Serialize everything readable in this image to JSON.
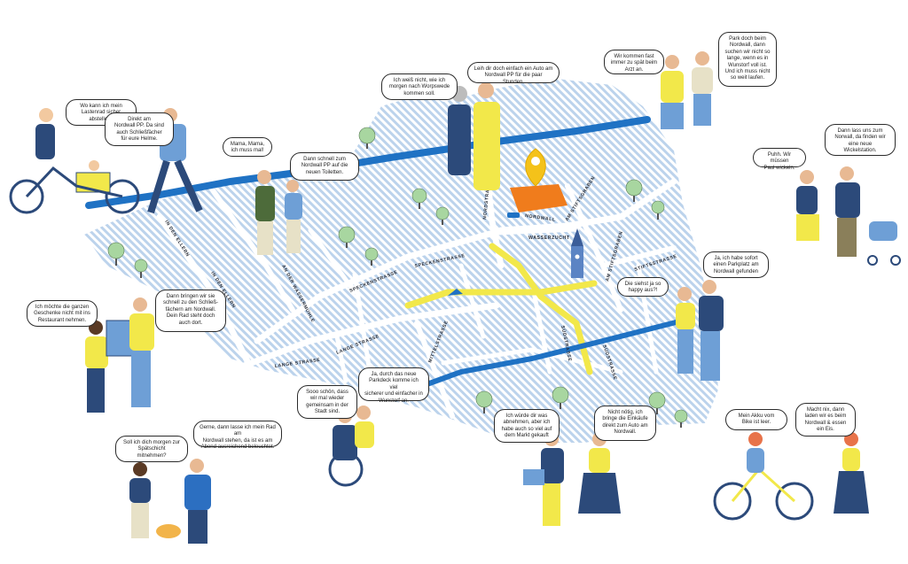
{
  "map": {
    "streets": {
      "in_den_ellern": "IN DEN ELLERN",
      "an_der_wassermuehle": "AN DER WASSERMÜHLE",
      "speckenstrasse_1": "SPECKENSTRASSE",
      "speckenstrasse_2": "SPECKENSTRASSE",
      "lange_strasse_1": "LANGE STRASSE",
      "lange_strasse_2": "LANGE STRASSE",
      "mittelstrasse": "MITTELSTRASSE",
      "nordstrasse": "NORDSTRASSE",
      "nordwall": "NORDWALL",
      "wasserzucht": "WASSERZUCHT",
      "am_stiftsgraben_1": "AM STIFTSGRABEN",
      "am_stiftsgraben_2": "AM STIFTSGRABEN",
      "stiftsstrasse": "STIFTSSTRASSE",
      "suedstrasse": "SÜDSTRASSE",
      "suedstrasse_2": "SÜDSTRASSE"
    },
    "colors": {
      "hatch": "#bcd3ec",
      "river": "#1f72c4",
      "highlight_street": "#f2e84a",
      "parking": "#f07c1c",
      "street_gap": "#ffffff"
    }
  },
  "bubbles": [
    {
      "id": "b1",
      "text": "Wo kann ich mein\nLastenrad sicher\nabstellen?"
    },
    {
      "id": "b2",
      "text": "Direkt am\nNordwall PP. Da sind\nauch Schließfächer\nfür eure Helme."
    },
    {
      "id": "b3",
      "text": "Mama, Mama,\nich muss mal!"
    },
    {
      "id": "b4",
      "text": "Dann schnell zum\nNordwall PP auf die\nneuen Toiletten."
    },
    {
      "id": "b5",
      "text": "Ich weiß nicht, wie ich\nmorgen nach Worpswede\nkommen soll."
    },
    {
      "id": "b6",
      "text": "Leih dir doch einfach ein Auto am\nNordwall PP für die paar Stunden."
    },
    {
      "id": "b7",
      "text": "Wir kommen fast\nimmer zu spät beim\nArzt an."
    },
    {
      "id": "b8",
      "text": "Park doch beim\nNordwall, dann\nsuchen wir nicht so\nlange, wenn es in\nWunstorf voll ist.\nUnd ich muss nicht\nso weit laufen."
    },
    {
      "id": "b9",
      "text": "Puhh. Wir müssen\nPaul wickeln."
    },
    {
      "id": "b10",
      "text": "Dann lass uns zum\nNorwall, da finden wir\neine neue\nWickelstation."
    },
    {
      "id": "b11",
      "text": "Ja, ich habe sofort\neinen Parkplatz am\nNordwall gefunden"
    },
    {
      "id": "b12",
      "text": "Die siehst ja so\nhappy aus?!"
    },
    {
      "id": "b13",
      "text": "Ich möchte die ganzen\nGeschenke nicht mit ins\nRestaurant nehmen."
    },
    {
      "id": "b14",
      "text": "Dann bringen wir sie\nschnell zu den Schließ-\nfächern am Nordwall.\nDein Rad steht doch\nauch dort."
    },
    {
      "id": "b15",
      "text": "Sooo schön, dass\nwir mal wieder\ngemeinsam in der\nStadt sind."
    },
    {
      "id": "b16",
      "text": "Ja, durch das neue\nParkdeck komme ich viel\nsicherer und einfacher in\nWunstorf an."
    },
    {
      "id": "b17",
      "text": "Ich würde dir was\nabnehmen, aber ich\nhabe auch so viel auf\ndem Markt gekauft"
    },
    {
      "id": "b18",
      "text": "Nicht nötig, ich\nbringe die Einkäufe\ndirekt zum Auto am\nNordwall."
    },
    {
      "id": "b19",
      "text": "Mein Akku vom\nBike ist leer."
    },
    {
      "id": "b20",
      "text": "Macht nix, dann\nladen wir es beim\nNordwall & essen\nein Eis."
    },
    {
      "id": "b21",
      "text": "Soll ich dich morgen zur\nSpätschicht\nmitnehmen?"
    },
    {
      "id": "b22",
      "text": "Gerne, dann lasse ich mein Rad am\nNordwall stehen, da ist es am\nAbend ausreichend beleuchtet."
    }
  ]
}
